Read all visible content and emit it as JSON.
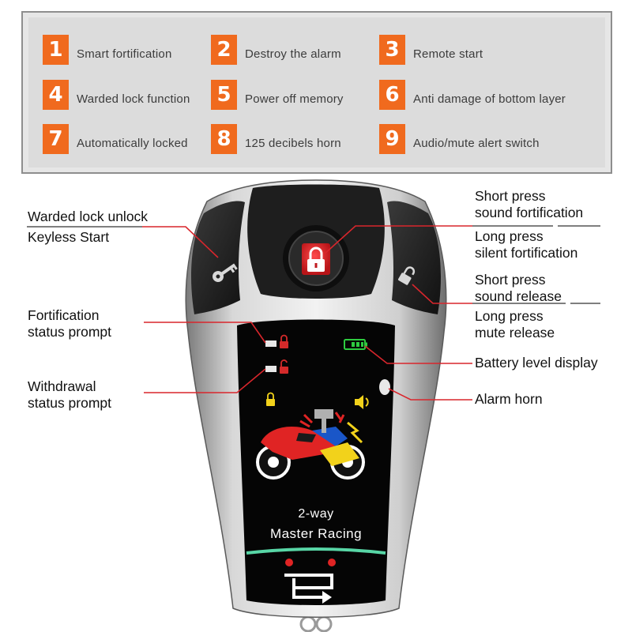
{
  "features": [
    {
      "num": "1",
      "label": "Smart fortification"
    },
    {
      "num": "2",
      "label": "Destroy the alarm"
    },
    {
      "num": "3",
      "label": "Remote start"
    },
    {
      "num": "4",
      "label": "Warded lock function"
    },
    {
      "num": "5",
      "label": "Power off memory"
    },
    {
      "num": "6",
      "label": "Anti damage of bottom layer"
    },
    {
      "num": "7",
      "label": "Automatically locked"
    },
    {
      "num": "8",
      "label": "125 decibels horn"
    },
    {
      "num": "9",
      "label": "Audio/mute alert switch"
    }
  ],
  "left_callouts": {
    "warded_lock_unlock": "Warded lock unlock",
    "keyless_start": "Keyless Start",
    "fortification_1": "Fortification",
    "fortification_2": "status prompt",
    "withdrawal_1": "Withdrawal",
    "withdrawal_2": "status prompt"
  },
  "right_callouts": {
    "short_press_1": "Short press",
    "sound_fortification": "sound fortification",
    "long_press_1": "Long press",
    "silent_fortification": "silent fortification",
    "short_press_2": "Short press",
    "sound_release": "sound release",
    "long_press_2": "Long press",
    "mute_release": "mute release",
    "battery_level": "Battery level display",
    "alarm_horn": "Alarm horn"
  },
  "screen": {
    "line1": "2-way",
    "line2": "Master Racing"
  },
  "colors": {
    "number_badge": "#f06a1e",
    "callout_line": "#d9262c",
    "lock_button": "#e0242a",
    "battery_green": "#2ecc40",
    "screen_accent_line": "#58d6a6"
  },
  "icons": {
    "lock_button": "padlock-icon",
    "left_button": "key-icon",
    "right_button": "unlocked-padlock-icon",
    "bottom_button": "start-arrow-icon",
    "screen_art": "motorcycle-icon"
  }
}
